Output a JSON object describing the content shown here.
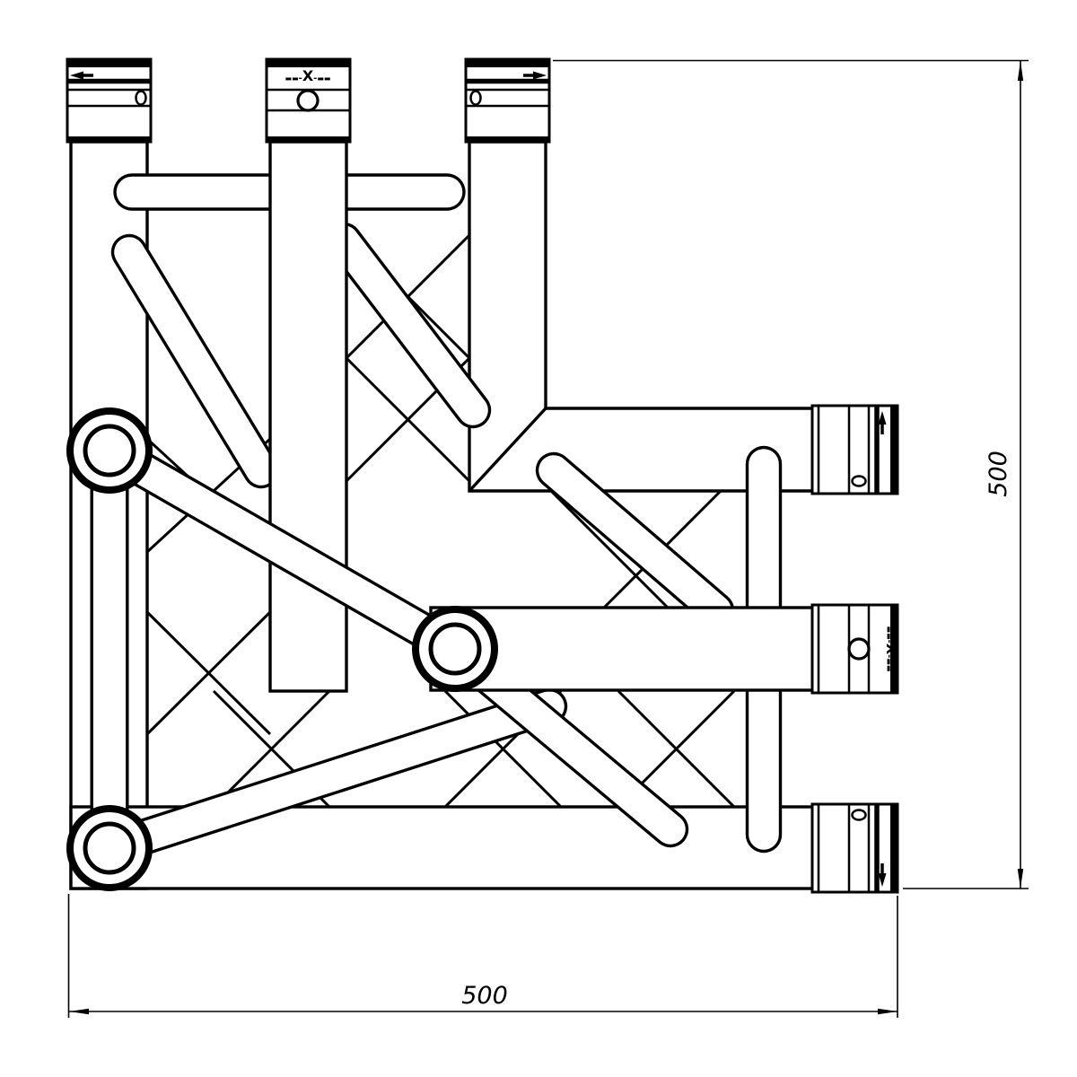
{
  "meta": {
    "title": "Truss 90-degree corner - technical drawing"
  },
  "colors": {
    "ink": "#000000",
    "paper": "#ffffff"
  },
  "dimensions": {
    "bottom_label": "500",
    "right_label": "500"
  },
  "coupler_logo": {
    "block_left": "▬▬",
    "dash_left": "-",
    "x_mark": "X",
    "dash_right": "-",
    "block_right": "▬▬"
  }
}
